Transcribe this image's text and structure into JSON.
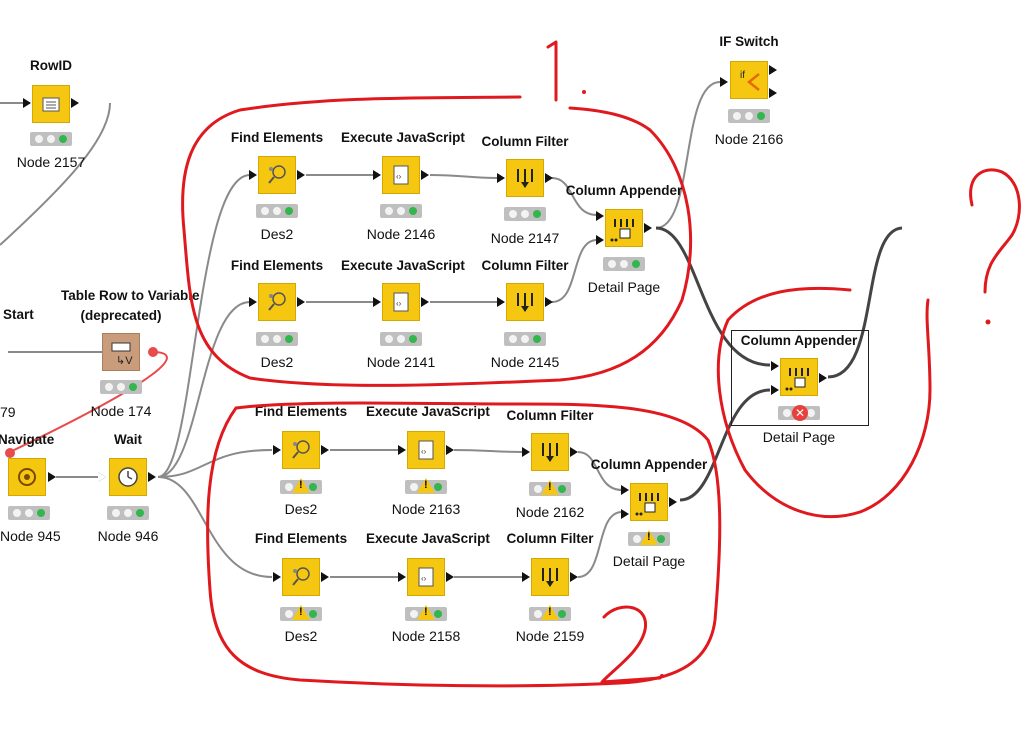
{
  "annotations": {
    "one": "1.",
    "two": "2.",
    "question": "?"
  },
  "nodes": {
    "rowid": {
      "title": "RowID",
      "label": "Node 2157"
    },
    "table_row_var": {
      "title_line1": "Table Row to Variable",
      "title_line2": "(deprecated)",
      "label": "Node 174"
    },
    "wait": {
      "title": "Wait",
      "label": "Node 946"
    },
    "if_switch": {
      "title": "IF Switch",
      "label": "Node 2166"
    },
    "g1_find1": {
      "title": "Find Elements",
      "label": "Des2"
    },
    "g1_js1": {
      "title": "Execute JavaScript",
      "label": "Node 2146"
    },
    "g1_cf1": {
      "title": "Column Filter",
      "label": "Node 2147"
    },
    "g1_app": {
      "title": "Column Appender",
      "label": "Detail Page"
    },
    "g1_find2": {
      "title": "Find Elements",
      "label": "Des2"
    },
    "g1_js2": {
      "title": "Execute JavaScript",
      "label": "Node 2141"
    },
    "g1_cf2": {
      "title": "Column Filter",
      "label": "Node 2145"
    },
    "g2_find1": {
      "title": "Find Elements",
      "label": "Des2"
    },
    "g2_js1": {
      "title": "Execute JavaScript",
      "label": "Node 2163"
    },
    "g2_cf1": {
      "title": "Column Filter",
      "label": "Node 2162"
    },
    "g2_app": {
      "title": "Column Appender",
      "label": "Detail Page"
    },
    "g2_find2": {
      "title": "Find Elements",
      "label": "Des2"
    },
    "g2_js2": {
      "title": "Execute JavaScript",
      "label": "Node 2158"
    },
    "g2_cf2": {
      "title": "Column Filter",
      "label": "Node 2159"
    },
    "final_app": {
      "title": "Column Appender",
      "label": "Detail Page"
    }
  },
  "partials": {
    "start_title": "Start",
    "navigate_title": "Navigate",
    "node_79": "79",
    "node_945": "Node 945"
  },
  "colors": {
    "node_yellow": "#f6c711",
    "meta_brown": "#c99d7b",
    "annotation_red": "#e0191e",
    "ok_green": "#33b64d",
    "error_red": "#e8403b"
  }
}
